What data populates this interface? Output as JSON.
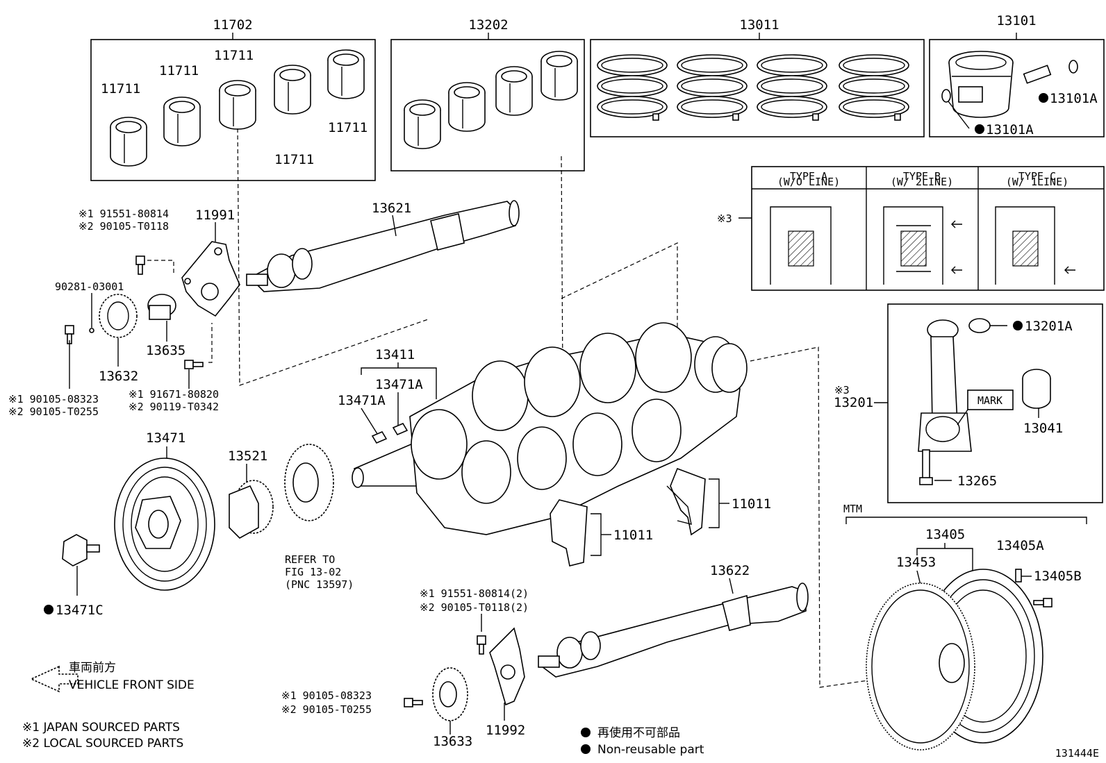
{
  "diagram_id": "131444E",
  "groups": {
    "main_bearing_set": {
      "number": "11702",
      "parts": [
        "11711",
        "11711",
        "11711",
        "11711",
        "11711"
      ]
    },
    "conrod_bearing_set": {
      "number": "13202"
    },
    "piston_ring_set": {
      "number": "13011"
    },
    "piston_pin_set": {
      "number": "13101",
      "parts": [
        "13101A",
        "13101A"
      ]
    }
  },
  "bearing_types": {
    "marker": "※3",
    "columns": [
      {
        "title": "TYPE A",
        "sub": "(W/O LINE)"
      },
      {
        "title": "TYPE B",
        "sub": "(W/ 2LINE)"
      },
      {
        "title": "TYPE C",
        "sub": "(W/ 1LINE)"
      }
    ]
  },
  "labels": {
    "balance_shaft_1": "13621",
    "balance_shaft_2": "13622",
    "plate_upper": "11991",
    "plate_lower": "11992",
    "bolt_plate_a1": "※1 91551-80814",
    "bolt_plate_a2": "※2 90105-T0118",
    "pin": "90281-03001",
    "gear_washer": "13635",
    "gear_upper": "13632",
    "bolt_gear_1": "※1 90105-08323",
    "bolt_gear_2": "※2 90105-T0255",
    "bolt_plate_b1": "※1 91671-80820",
    "bolt_plate_b2": "※2 90119-T0342",
    "crankshaft": "13411",
    "key_a": "13471A",
    "key_b": "13471A",
    "pulley": "13471",
    "pulley_bolt": "13471C",
    "sprocket": "13521",
    "refer_1": "REFER TO",
    "refer_2": "FIG 13-02",
    "refer_3": "(PNC 13597)",
    "thrust_1": "11011",
    "thrust_2": "11011",
    "conrod_marker": "※3",
    "conrod": "13201",
    "conrod_bushing": "13201A",
    "conrod_bearing": "13041",
    "mark": "MARK",
    "conrod_bolt": "13265",
    "mtm": "MTM",
    "flywheel": "13405",
    "ring_gear": "13453",
    "dowel": "13405A",
    "flywheel_bolt": "13405B",
    "bolt_lower_a1": "※1 91551-80814(2)",
    "bolt_lower_a2": "※2 90105-T0118(2)",
    "bolt_lower_b1": "※1 90105-08323",
    "bolt_lower_b2": "※2 90105-T0255",
    "gear_lower": "13633"
  },
  "legend": {
    "front_jp": "車両前方",
    "front_en": "VEHICLE FRONT SIDE",
    "src1": "※1 JAPAN SOURCED PARTS",
    "src2": "※2 LOCAL SOURCED PARTS",
    "nonreuse_jp": "再使用不可部品",
    "nonreuse_en": "Non-reusable part"
  }
}
